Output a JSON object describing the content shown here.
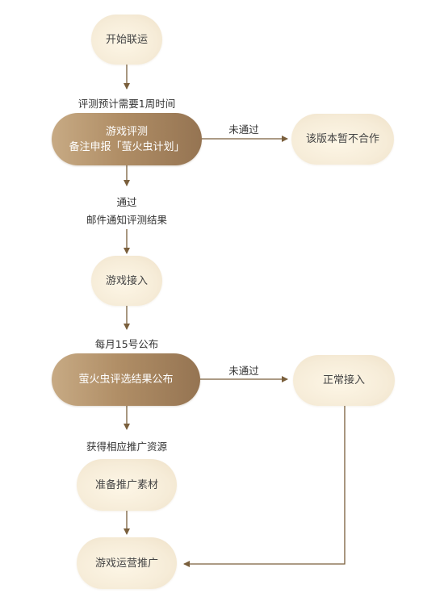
{
  "nodes": {
    "start": "开始联运",
    "review_line1": "游戏评测",
    "review_line2": "备注申报「萤火虫计划」",
    "reject": "该版本暂不合作",
    "integrate": "游戏接入",
    "firefly": "萤火虫评选结果公布",
    "normal": "正常接入",
    "prepare": "准备推广素材",
    "promote": "游戏运营推广"
  },
  "labels": {
    "review_time": "评测预计需要1周时间",
    "pass": "通过",
    "notify": "邮件通知评测结果",
    "fail_1": "未通过",
    "monthly": "每月15号公布",
    "fail_2": "未通过",
    "resource": "获得相应推广资源"
  },
  "colors": {
    "accent": "#a88760",
    "light_node": "#f6ecd8",
    "connector": "#7a5f3c"
  }
}
